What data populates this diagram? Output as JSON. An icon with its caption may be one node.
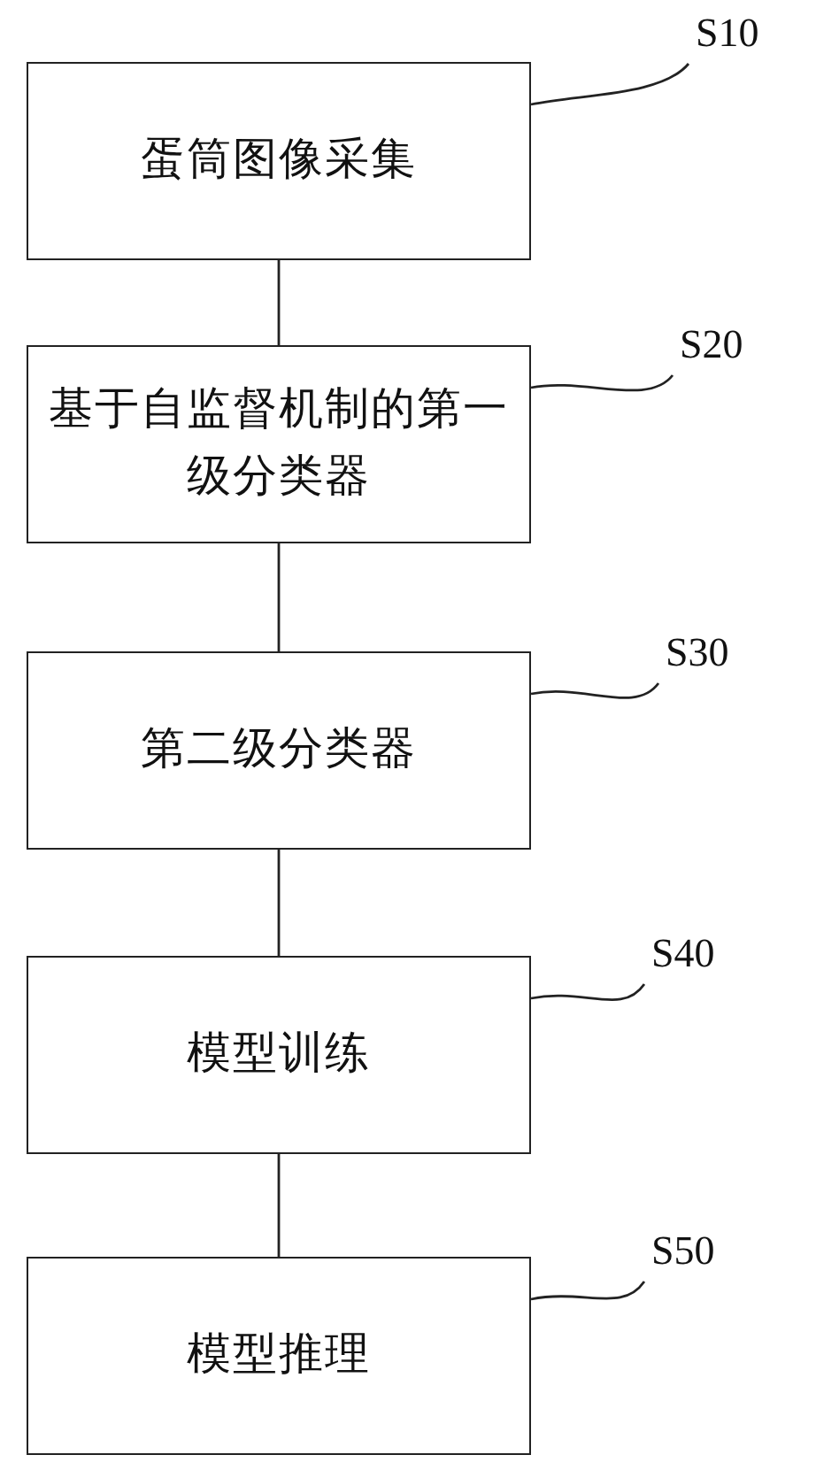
{
  "diagram": {
    "nodes": [
      {
        "text": [
          "蛋筒图像采集"
        ]
      },
      {
        "text": [
          "S10"
        ]
      },
      {
        "text": [
          "基于自监督机制的第一级分类器"
        ]
      },
      {
        "text": [
          "S20"
        ]
      },
      {
        "text": [
          "第二级分类器"
        ]
      },
      {
        "text": [
          "S30"
        ]
      },
      {
        "text": [
          "模型训练"
        ]
      },
      {
        "text": [
          "S40"
        ]
      },
      {
        "text": [
          "模型推理"
        ]
      },
      {
        "text": [
          "S50"
        ]
      }
    ],
    "edges": [
      {
        "from": 0,
        "to": 2,
        "arrow": "none"
      },
      {
        "from": 2,
        "to": 4,
        "arrow": "none"
      },
      {
        "from": 4,
        "to": 6,
        "arrow": "none"
      },
      {
        "from": 6,
        "to": 8,
        "arrow": "none"
      },
      {
        "from": 1,
        "to": 0,
        "arrow": "none"
      },
      {
        "from": 3,
        "to": 2,
        "arrow": "none"
      },
      {
        "from": 5,
        "to": 4,
        "arrow": "none"
      },
      {
        "from": 7,
        "to": 6,
        "arrow": "none"
      },
      {
        "from": 9,
        "to": 8,
        "arrow": "none"
      }
    ]
  }
}
